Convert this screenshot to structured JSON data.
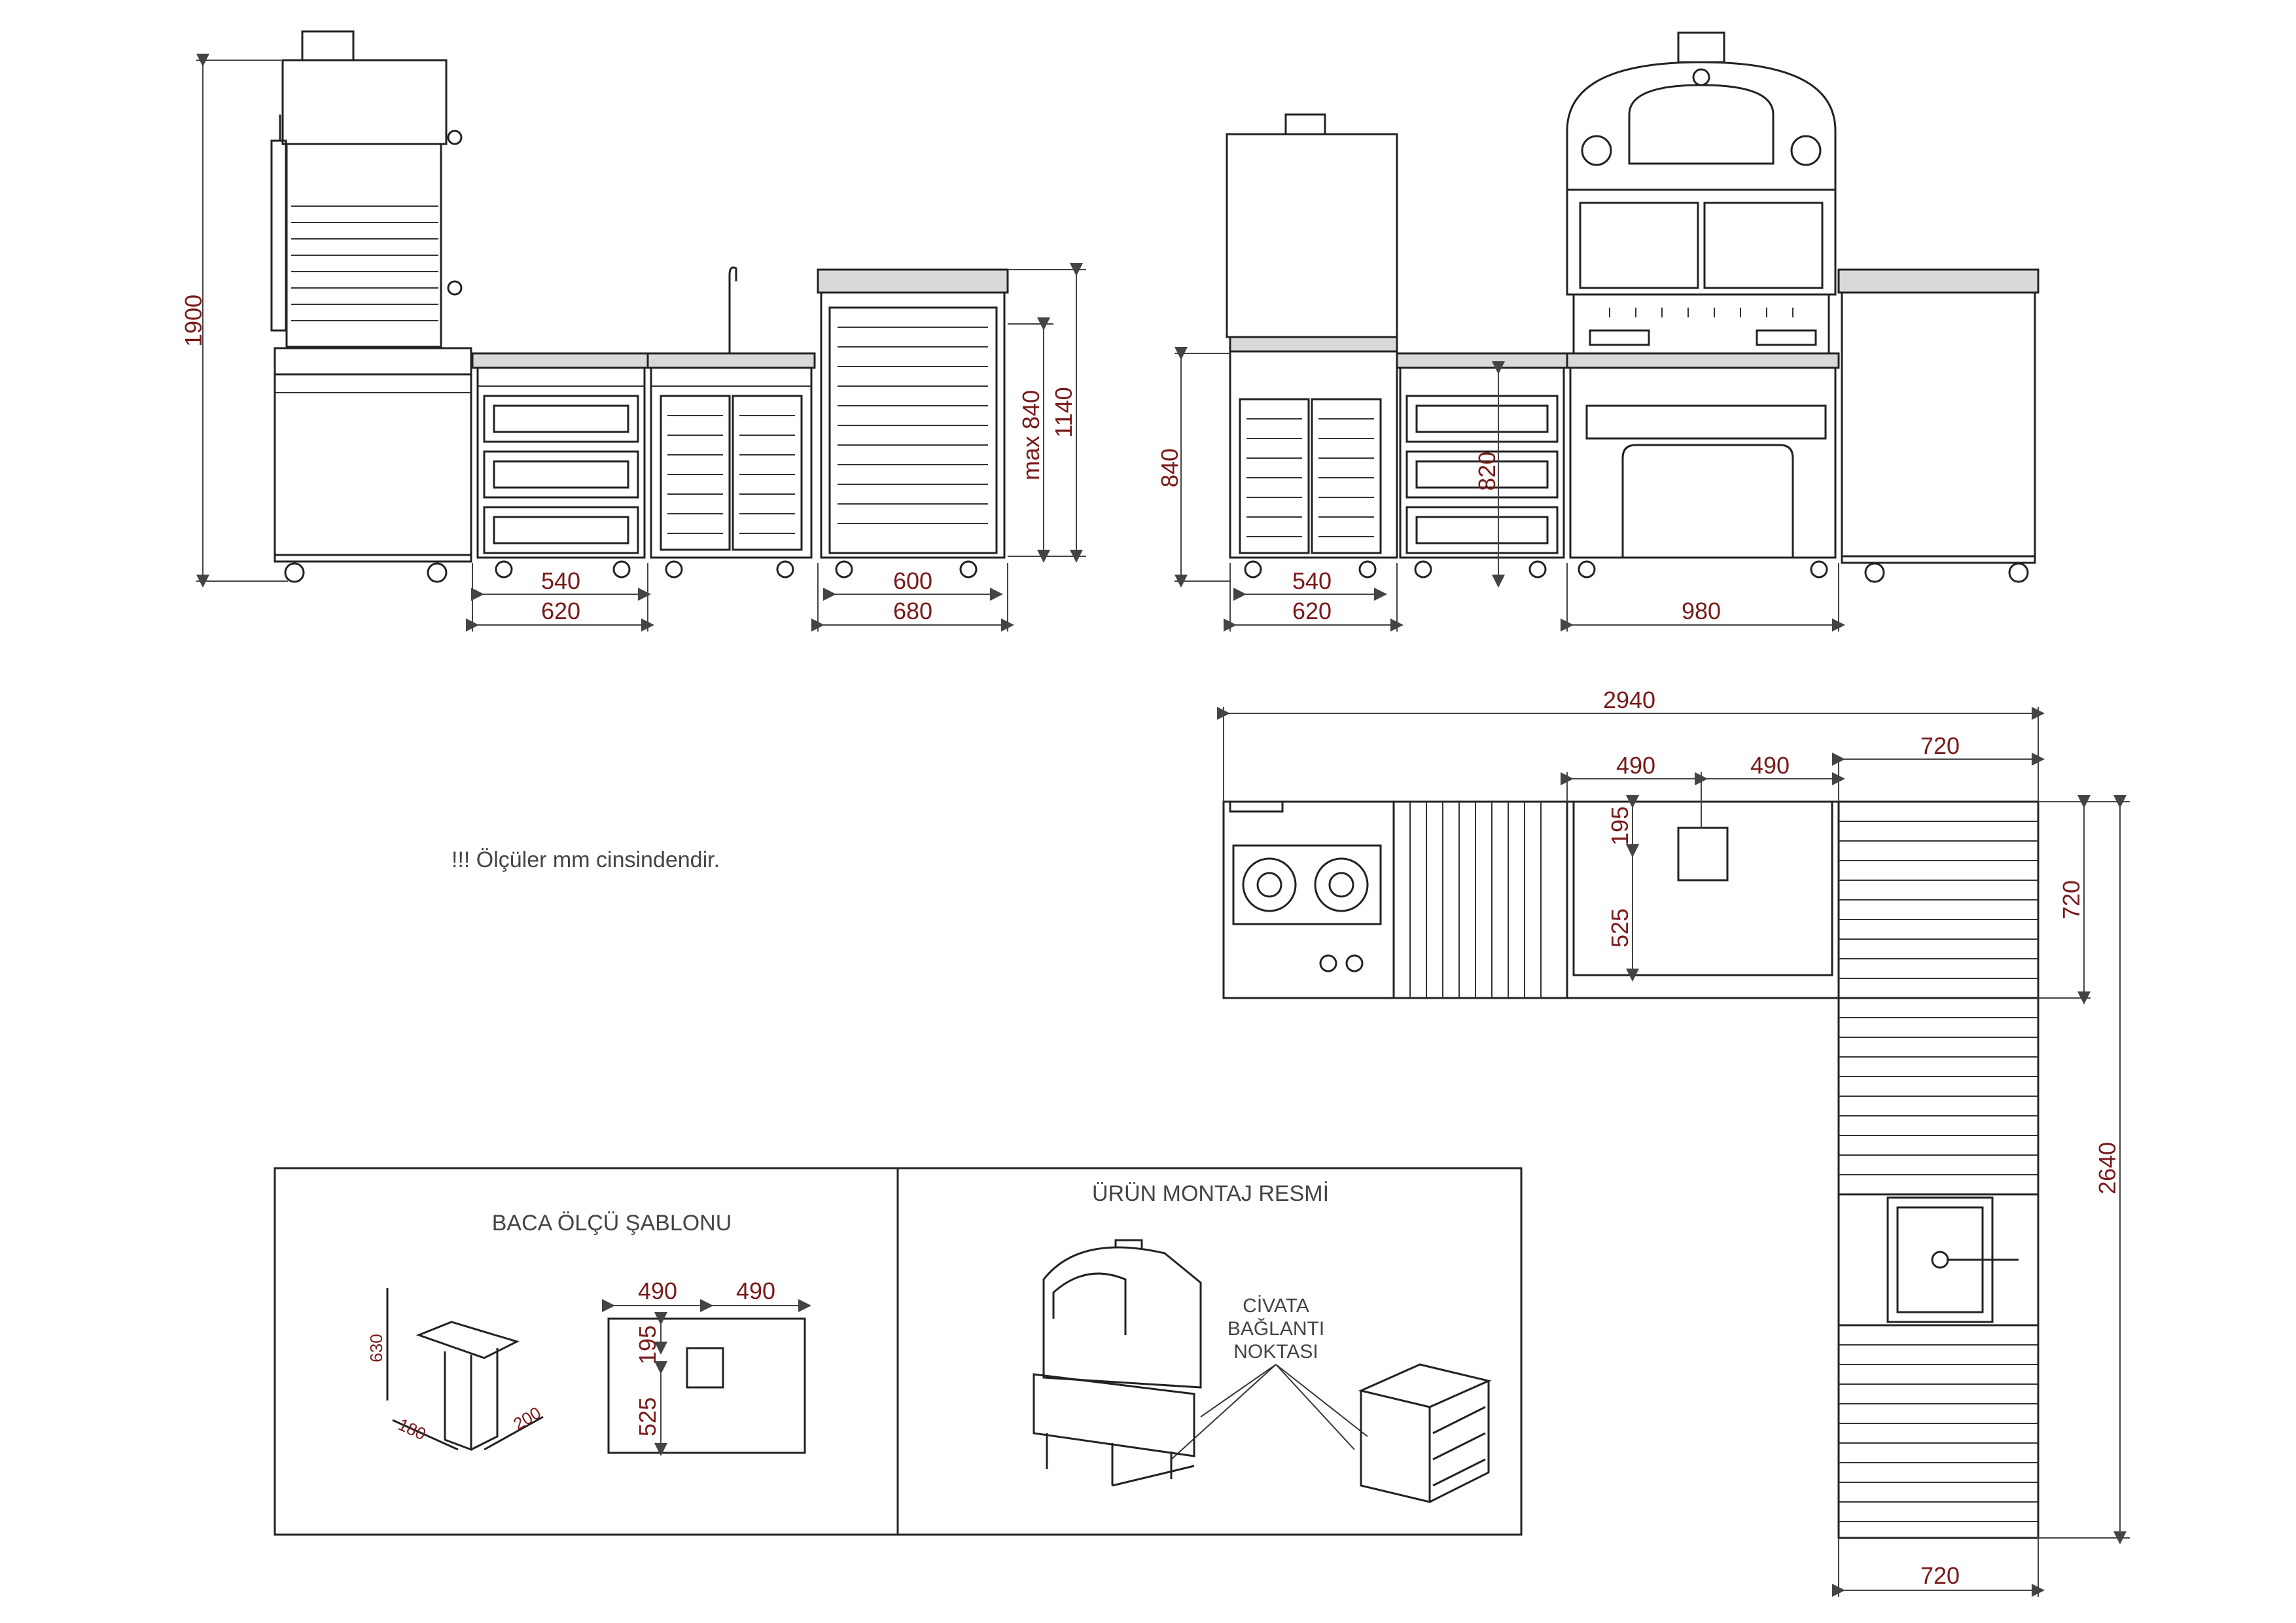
{
  "note": "!!! Ölçüler mm cinsindendir.",
  "left_elevation": {
    "height_total": "1900",
    "drawer_inner": "540",
    "drawer_outer": "620",
    "fridge_inner": "600",
    "fridge_outer": "680",
    "max_height": "max 840",
    "cabinet_height": "1140"
  },
  "right_elevation": {
    "counter_height": "840",
    "drawer_inner": "540",
    "drawer_outer": "620",
    "mid_height": "820",
    "oven_width": "980"
  },
  "plan": {
    "total_width": "2940",
    "half_left": "490",
    "half_right": "490",
    "corner_width": "720",
    "chimney_offset": "195",
    "chimney_depth": "525",
    "corner_depth": "720",
    "side_length": "2640",
    "bottom_width": "720"
  },
  "template_panel": {
    "title": "BACA ÖLÇÜ ŞABLONU",
    "dim_630": "630",
    "dim_180": "180",
    "dim_200": "200",
    "dim_490_a": "490",
    "dim_490_b": "490",
    "dim_195": "195",
    "dim_525": "525"
  },
  "assembly_panel": {
    "title": "ÜRÜN MONTAJ RESMİ",
    "callout_line1": "CİVATA",
    "callout_line2": "BAĞLANTI",
    "callout_line3": "NOKTASI"
  },
  "colors": {
    "dimension": "#7a1a1a",
    "line": "#222222"
  }
}
